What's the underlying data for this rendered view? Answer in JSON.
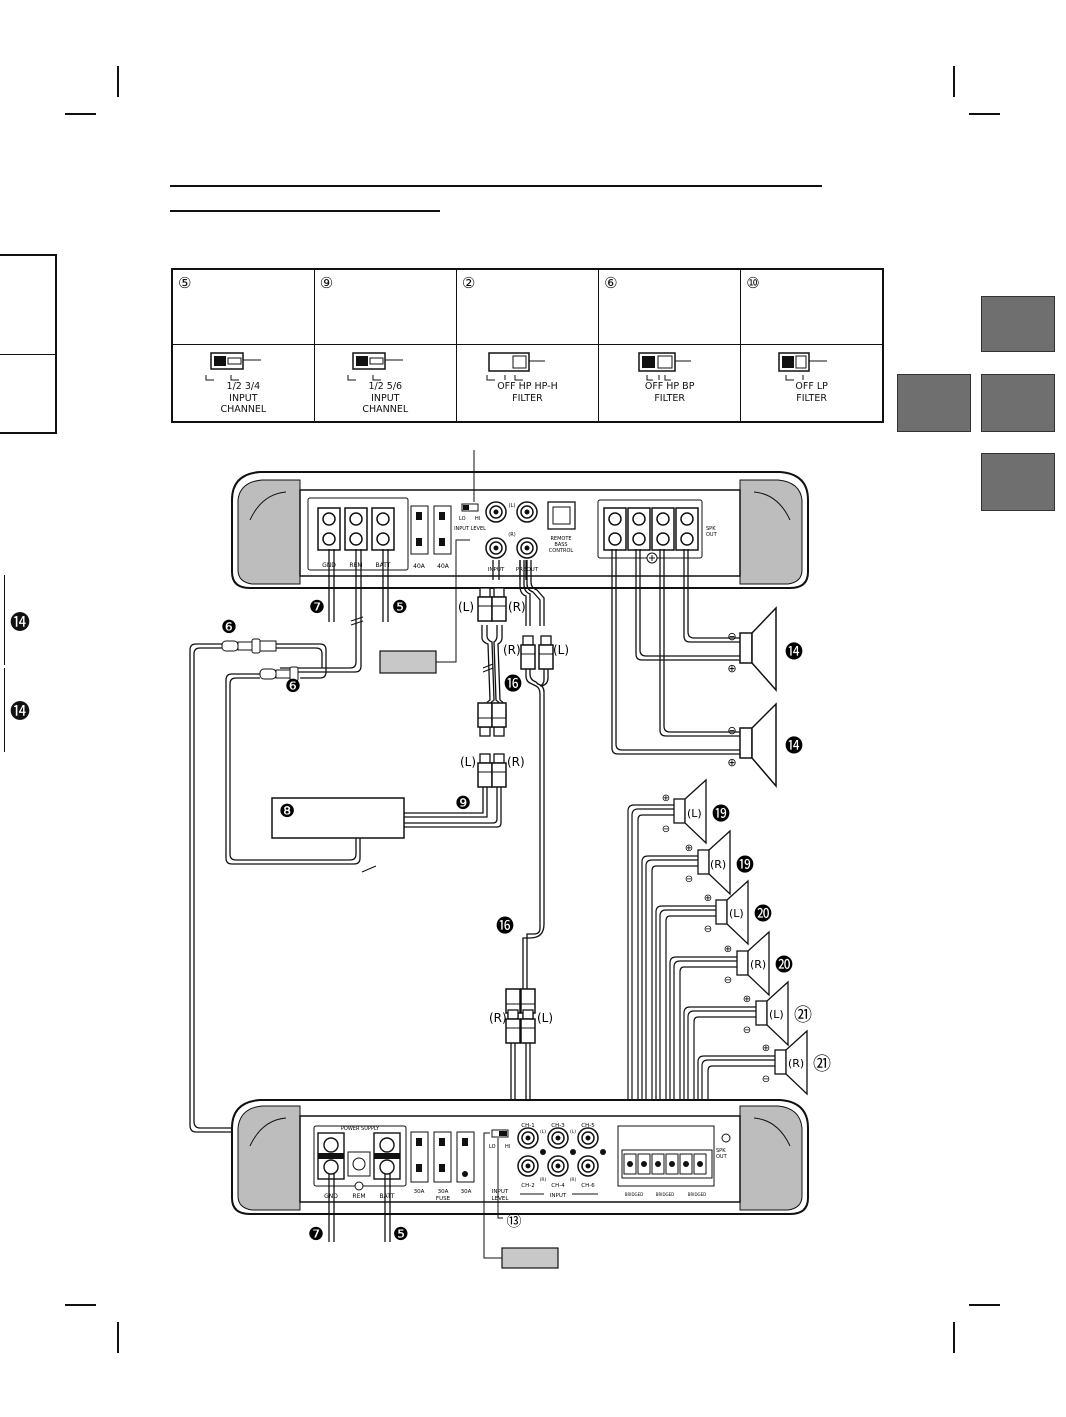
{
  "switch_table": [
    {
      "number": "⑤",
      "options": "1/2    3/4",
      "title_line1": "INPUT",
      "title_line2": "CHANNEL"
    },
    {
      "number": "⑨",
      "options": "1/2    5/6",
      "title_line1": "INPUT",
      "title_line2": "CHANNEL"
    },
    {
      "number": "②",
      "options": "OFF  HP  HP-H",
      "title_line1": "FILTER",
      "title_line2": ""
    },
    {
      "number": "⑥",
      "options": "OFF  HP   BP",
      "title_line1": "FILTER",
      "title_line2": ""
    },
    {
      "number": "⑩",
      "options": "OFF   LP",
      "title_line1": "FILTER",
      "title_line2": ""
    }
  ],
  "top_amp": {
    "input_level": "INPUT LEVEL",
    "lo": "LO",
    "hi": "HI",
    "l": "(L)",
    "r": "(R)",
    "input": "INPUT",
    "preout": "PREOUT",
    "remote": [
      "REMOTE",
      "BASS",
      "CONTROL"
    ],
    "fuse1": "40A",
    "fuse2": "40A",
    "spk_out": [
      "SPK",
      "OUT"
    ],
    "term_labels": [
      "GND",
      "REM",
      "BATT"
    ]
  },
  "bottom_amp": {
    "power_supply": "POWER SUPPLY",
    "gnd": "GND",
    "rem": "REM",
    "batt": "BATT",
    "fuse1": "30A",
    "fuse2": "30A",
    "fuse3": "30A",
    "fuse_label": "FUSE",
    "input_level": [
      "INPUT",
      "LEVEL"
    ],
    "lo": "LO",
    "hi": "HI",
    "ch1": "CH-1",
    "ch2": "CH-2",
    "ch3": "CH-3",
    "ch4": "CH-4",
    "ch5": "CH-5",
    "ch6": "CH-6",
    "l": "(L)",
    "r": "(R)",
    "input": "INPUT",
    "spk_out": [
      "SPK",
      "OUT"
    ],
    "bridged": "BRIDGED"
  },
  "callouts": {
    "c7a": "❼",
    "c5a": "❺",
    "c6a": "❻",
    "c6b": "❻",
    "c16a": "⓰",
    "c16b": "⓰",
    "c9": "❾",
    "c8": "❽",
    "c14a": "⓮",
    "c14b": "⓮",
    "c19a": "⓳",
    "c19b": "⓳",
    "c20a": "⓴",
    "c20b": "⓴",
    "c21a": "㉑",
    "c21b": "㉑",
    "c13": "⑬",
    "c7b": "❼",
    "c5b": "❺",
    "side14a": "⓮",
    "side14b": "⓮"
  },
  "rca_labels": {
    "l1": "(L)",
    "r1": "(R)",
    "r2": "(R)",
    "l2": "(L)",
    "l3": "(L)",
    "r3": "(R)",
    "r4": "(R)",
    "l4": "(L)"
  },
  "speaker_labels": [
    "(L)",
    "(R)",
    "(L)",
    "(R)",
    "(L)",
    "(R)"
  ],
  "plus": "⊕",
  "minus": "⊖"
}
